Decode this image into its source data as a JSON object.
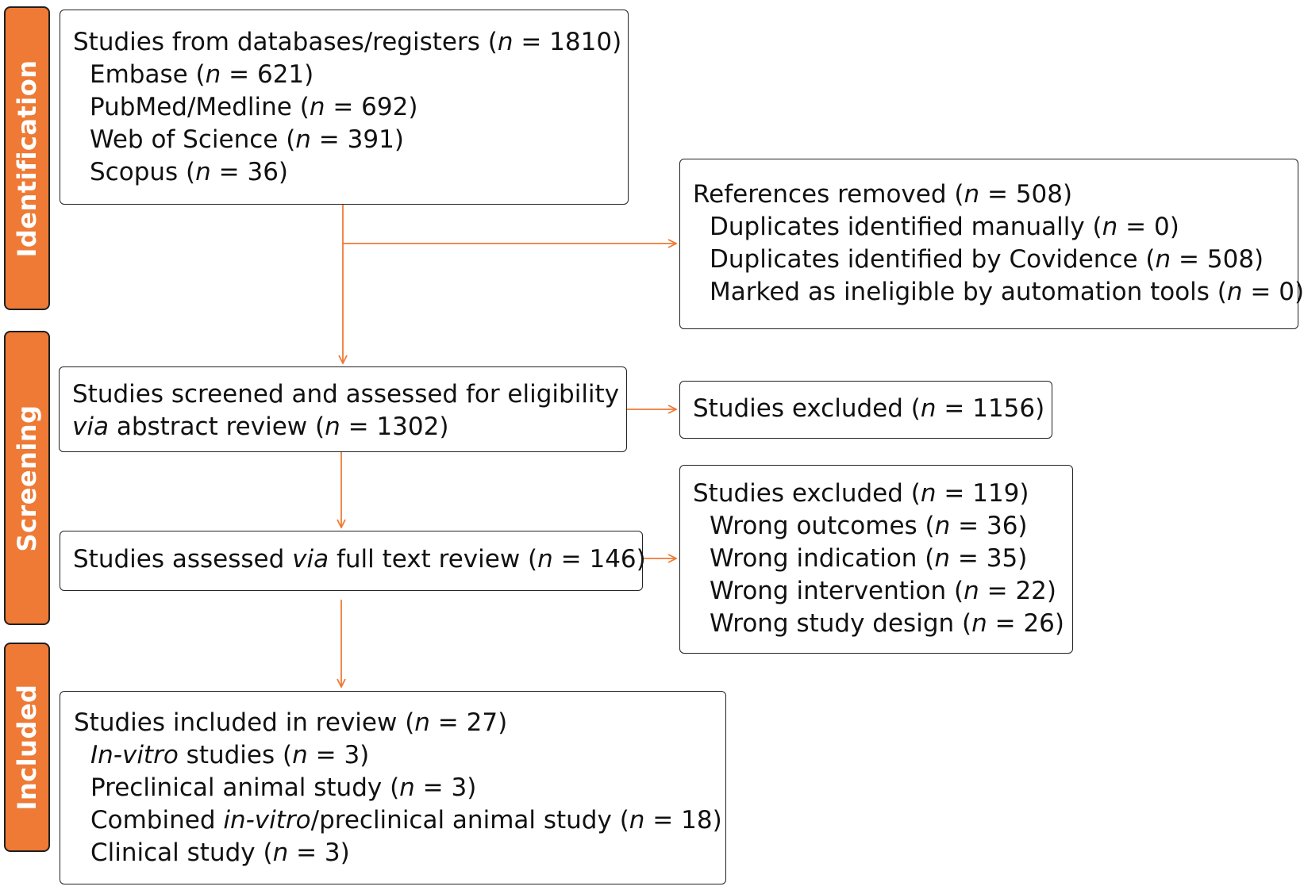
{
  "phases": {
    "identification": "Identification",
    "screening": "Screening",
    "included": "Included"
  },
  "boxes": {
    "databases": {
      "title": "Studies from databases/registers",
      "title_count": "1810",
      "items": [
        {
          "label": "Embase",
          "count": "621"
        },
        {
          "label": "PubMed/Medline",
          "count": "692"
        },
        {
          "label": "Web of Science",
          "count": "391"
        },
        {
          "label": "Scopus",
          "count": "36"
        }
      ]
    },
    "removed": {
      "title": "References removed",
      "title_count": "508",
      "items": [
        {
          "label": "Duplicates identified manually",
          "count": "0"
        },
        {
          "label": "Duplicates identified by Covidence",
          "count": "508"
        },
        {
          "label": "Marked as ineligible by automation tools",
          "count": "0"
        }
      ]
    },
    "screened": {
      "line1": "Studies screened and assessed for eligibility",
      "via": "via",
      "line2": "abstract review",
      "count": "1302"
    },
    "excluded_abstract": {
      "title": "Studies excluded",
      "count": "1156"
    },
    "fulltext": {
      "pre": "Studies assessed",
      "via": "via",
      "post": "full text review",
      "count": "146"
    },
    "excluded_fulltext": {
      "title": "Studies excluded",
      "title_count": "119",
      "items": [
        {
          "label": "Wrong outcomes",
          "count": "36"
        },
        {
          "label": "Wrong indication",
          "count": "35"
        },
        {
          "label": "Wrong intervention",
          "count": "22"
        },
        {
          "label": "Wrong study design",
          "count": "26"
        }
      ]
    },
    "included": {
      "title": "Studies included in review",
      "title_count": "27",
      "invitro_italic": "In-vitro",
      "invitro_rest": "studies",
      "invitro_count": "3",
      "preclinical": "Preclinical animal study",
      "preclinical_count": "3",
      "combined_pre": "Combined",
      "combined_italic": "in-vitro",
      "combined_post": "/preclinical animal study",
      "combined_count": "18",
      "clinical": "Clinical study",
      "clinical_count": "3"
    }
  },
  "n_symbol": "n",
  "colors": {
    "accent": "#ee7a35",
    "border": "#222222"
  }
}
